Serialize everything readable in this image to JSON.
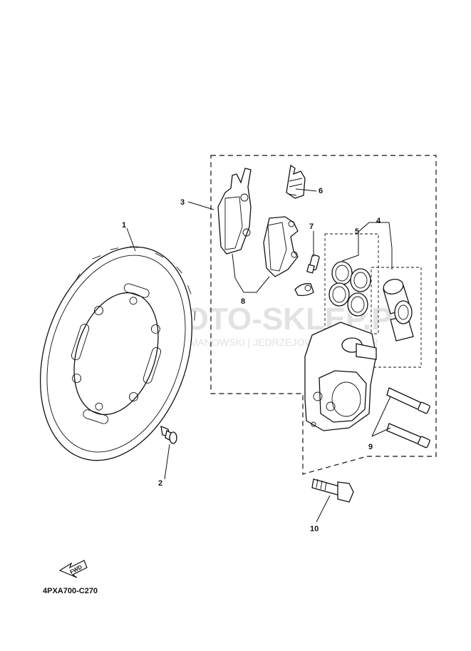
{
  "diagram": {
    "watermark_text": "MOTO-SKLEP.PL",
    "watermark_sub": "ROMANOWSKI | JEDRZEJOWICZ | DEALER",
    "callouts": [
      "1",
      "2",
      "3",
      "4",
      "5",
      "6",
      "7",
      "8",
      "9",
      "10"
    ],
    "direction_label": "FWD",
    "figure_code": "4PXA700-C270"
  }
}
